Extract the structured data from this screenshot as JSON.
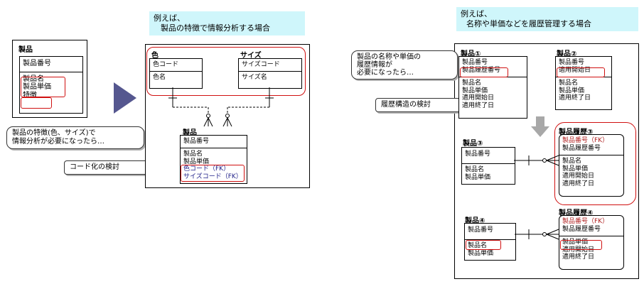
{
  "left": {
    "table": {
      "title": "製品",
      "pk": "製品番号",
      "attrs": [
        "製品名",
        "製品単価",
        "特徴"
      ]
    },
    "callout1": [
      "製品の特徴(色、サイズ)で",
      "情報分析が必要になったら…"
    ],
    "callout2": "コード化の検討"
  },
  "middle": {
    "caption": [
      "例えば、",
      "製品の特徴で情報分析する場合"
    ],
    "color": {
      "title": "色",
      "pk": "色コード",
      "attrs": [
        "色名"
      ]
    },
    "size": {
      "title": "サイズ",
      "pk": "サイズコード",
      "attrs": [
        "サイズ名"
      ]
    },
    "product": {
      "title": "製品",
      "pk": "製品番号",
      "attrs": [
        "製品名",
        "製品単価"
      ],
      "fks": [
        "色コード（FK）",
        "サイズコード（FK）"
      ]
    }
  },
  "right": {
    "caption": [
      "例えば、",
      "名称や単価などを履歴管理する場合"
    ],
    "callout1": [
      "製品の名称や単価の",
      "履歴情報が",
      "必要になったら…"
    ],
    "callout2": "履歴構造の検討",
    "p1": {
      "title": "製品①",
      "pk": [
        "製品番号",
        "製品履歴番号"
      ],
      "attrs": [
        "製品名",
        "製品単価",
        "適用開始日",
        "適用終了日"
      ]
    },
    "p2": {
      "title": "製品②",
      "pk": [
        "製品番号",
        "適用開始日"
      ],
      "attrs": [
        "製品名",
        "製品単価",
        "適用終了日"
      ]
    },
    "p3": {
      "title": "製品③",
      "pk": "製品番号",
      "attrs": [
        "製品名",
        "製品単価"
      ]
    },
    "h3": {
      "title": "製品履歴③",
      "pk_fk": "製品番号（FK）",
      "pk": "製品履歴番号",
      "attrs": [
        "製品名",
        "製品単価",
        "適用開始日",
        "適用終了日"
      ]
    },
    "p4": {
      "title": "製品④",
      "pk": "製品番号",
      "attrs": [
        "製品名",
        "製品単価"
      ]
    },
    "h4": {
      "title": "製品履歴④",
      "pk_fk": "製品番号（FK）",
      "pk": "製品履歴番号",
      "attrs": [
        "製品単価",
        "適用開始日",
        "適用終了日"
      ]
    }
  },
  "colors": {
    "highlight": "#d01010",
    "fk": "#22228a",
    "caption_bg": "#cff6fb",
    "arrow": "#55578f"
  }
}
